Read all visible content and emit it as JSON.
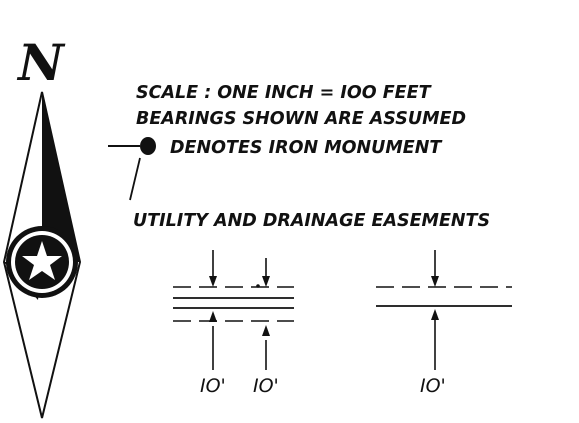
{
  "north_arrow": {
    "letter": "N",
    "icon": "compass-star-icon"
  },
  "notes": {
    "scale": "SCALE : ONE INCH = IOO FEET",
    "bearings": "BEARINGS SHOWN ARE ASSUMED",
    "monument": "DENOTES IRON MONUMENT",
    "monument_icon": "iron-monument-icon"
  },
  "easements": {
    "title": "UTILITY AND DRAINAGE EASEMENTS",
    "dimensions": [
      {
        "label": "IO'"
      },
      {
        "label": "IO'"
      },
      {
        "label": "IO'"
      }
    ]
  },
  "colors": {
    "ink": "#111111",
    "paper": "#ffffff"
  }
}
